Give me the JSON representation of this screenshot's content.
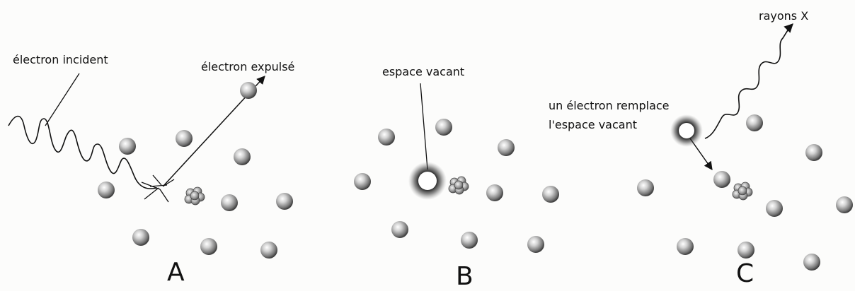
{
  "panels": [
    {
      "letter": "A",
      "labels": {
        "incident": "électron incident",
        "expelled": "électron expulsé"
      }
    },
    {
      "letter": "B",
      "labels": {
        "vacancy": "espace vacant"
      }
    },
    {
      "letter": "C",
      "labels": {
        "replace_line1": "un électron remplace",
        "replace_line2": "l'espace vacant",
        "xray": "rayons X"
      }
    }
  ],
  "colors": {
    "ink": "#111111",
    "electron": "#9a9a9a",
    "nucleus": "#b0b0b0",
    "vacancy_glow": "#222222"
  }
}
